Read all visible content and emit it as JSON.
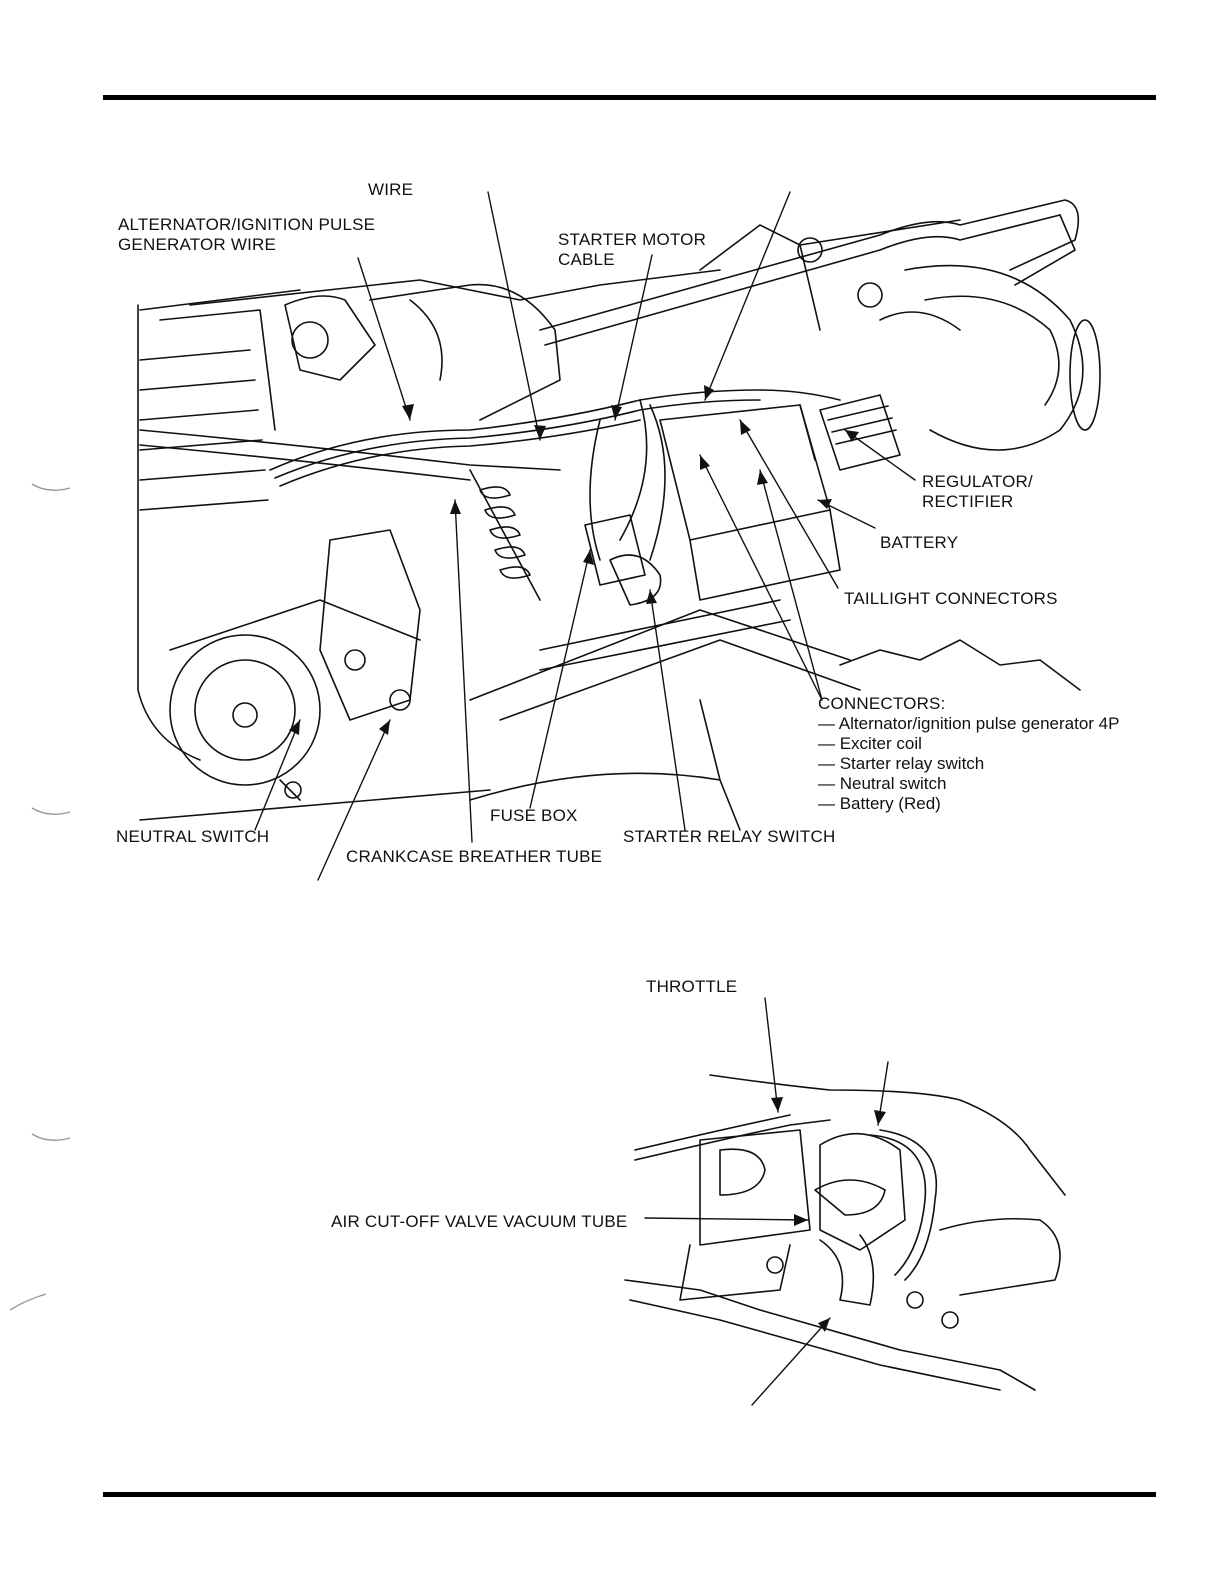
{
  "figure1": {
    "labels": {
      "wire": "WIRE",
      "alternator_wire_line1": "ALTERNATOR/IGNITION PULSE",
      "alternator_wire_line2": "GENERATOR WIRE",
      "starter_motor_line1": "STARTER MOTOR",
      "starter_motor_line2": "CABLE",
      "regulator_line1": "REGULATOR/",
      "regulator_line2": "RECTIFIER",
      "battery": "BATTERY",
      "taillight_connectors": "TAILLIGHT CONNECTORS",
      "connectors_heading": "CONNECTORS:",
      "fuse_box": "FUSE BOX",
      "neutral_switch": "NEUTRAL SWITCH",
      "starter_relay_switch": "STARTER RELAY SWITCH",
      "crankcase_breather_tube": "CRANKCASE BREATHER TUBE"
    },
    "connectors": [
      "— Alternator/ignition pulse generator 4P",
      "— Exciter coil",
      "— Starter relay switch",
      "— Neutral switch",
      "— Battery (Red)"
    ]
  },
  "figure2": {
    "labels": {
      "throttle": "THROTTLE",
      "air_cutoff_valve_vacuum_tube": "AIR CUT-OFF VALVE VACUUM TUBE"
    }
  }
}
